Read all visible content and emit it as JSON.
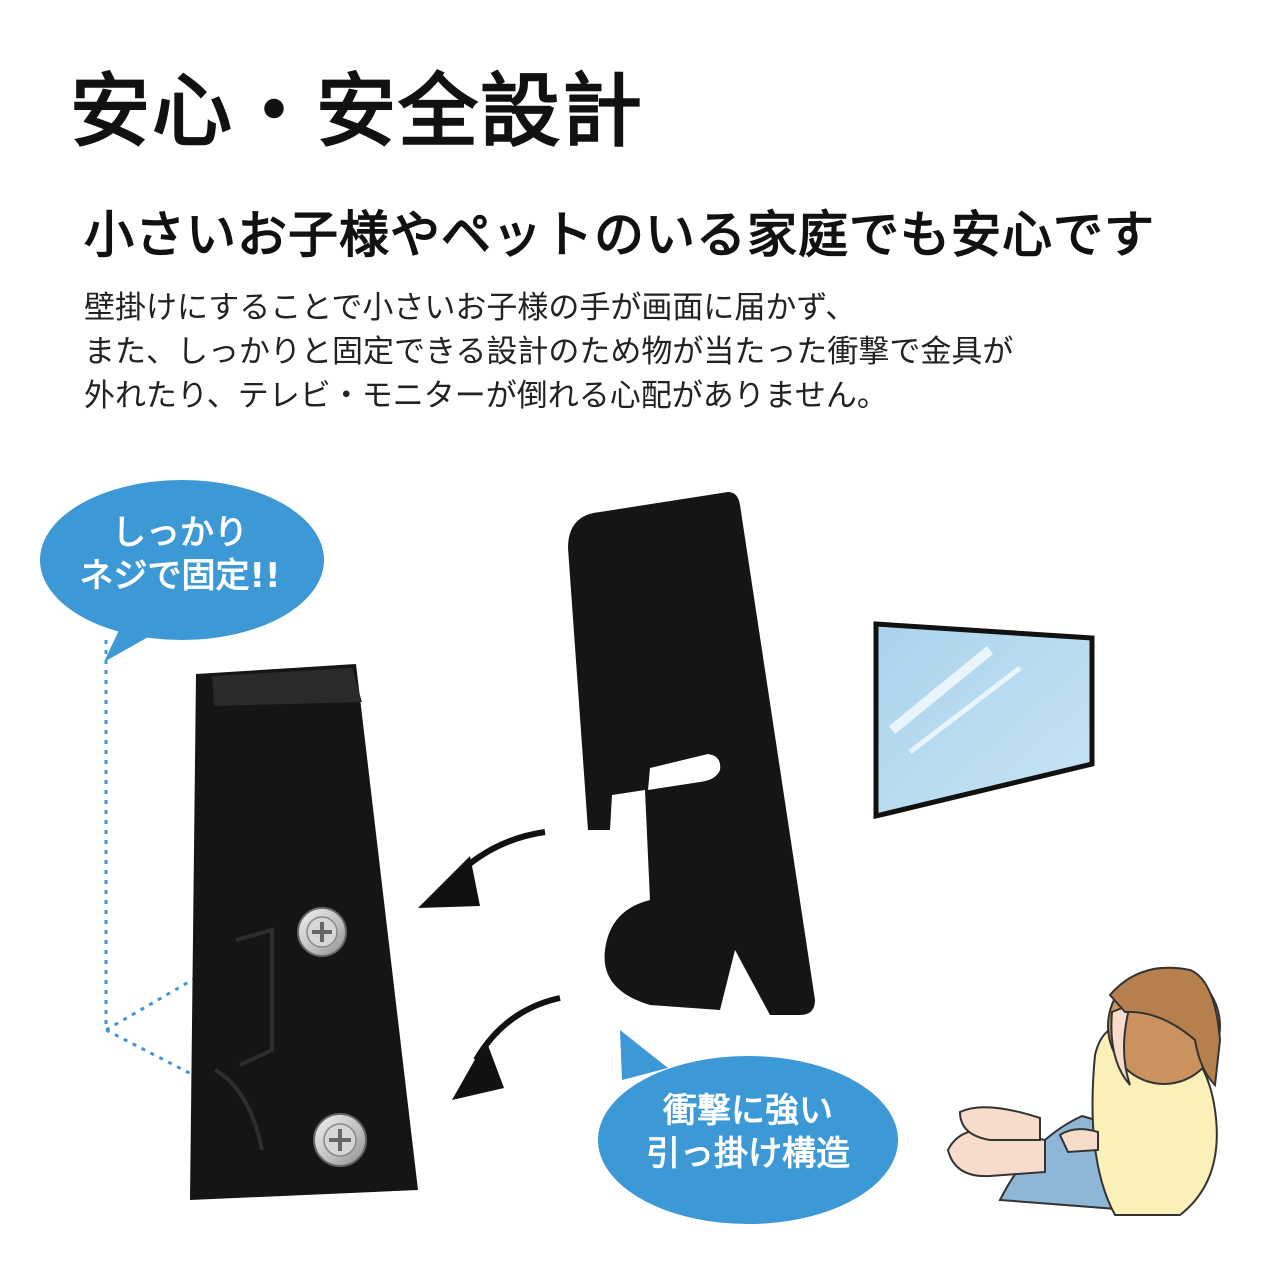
{
  "heading": "安心・安全設計",
  "subheading": "小さいお子様やペットのいる家庭でも安心です",
  "description": [
    "壁掛けにすることで小さいお子様の手が画面に届かず、",
    "また、しっかりと固定できる設計のため物が当たった衝撃で金具が",
    "外れたり、テレビ・モニターが倒れる心配がありません。"
  ],
  "callout_left": {
    "line1": "しっかり",
    "line2": "ネジで固定!!"
  },
  "callout_right": {
    "line1": "衝撃に強い",
    "line2": "引っ掛け構造"
  },
  "colors": {
    "bubble": "#3d98d6",
    "bracket": "#141414",
    "dotted_line": "#3d98d6",
    "screen_glass": "#b9dcef"
  },
  "icons": [
    "bracket-plate-icon",
    "hook-plate-icon",
    "screw-icon",
    "curved-arrow-icon",
    "wall-monitor-icon",
    "child-illustration-icon"
  ]
}
